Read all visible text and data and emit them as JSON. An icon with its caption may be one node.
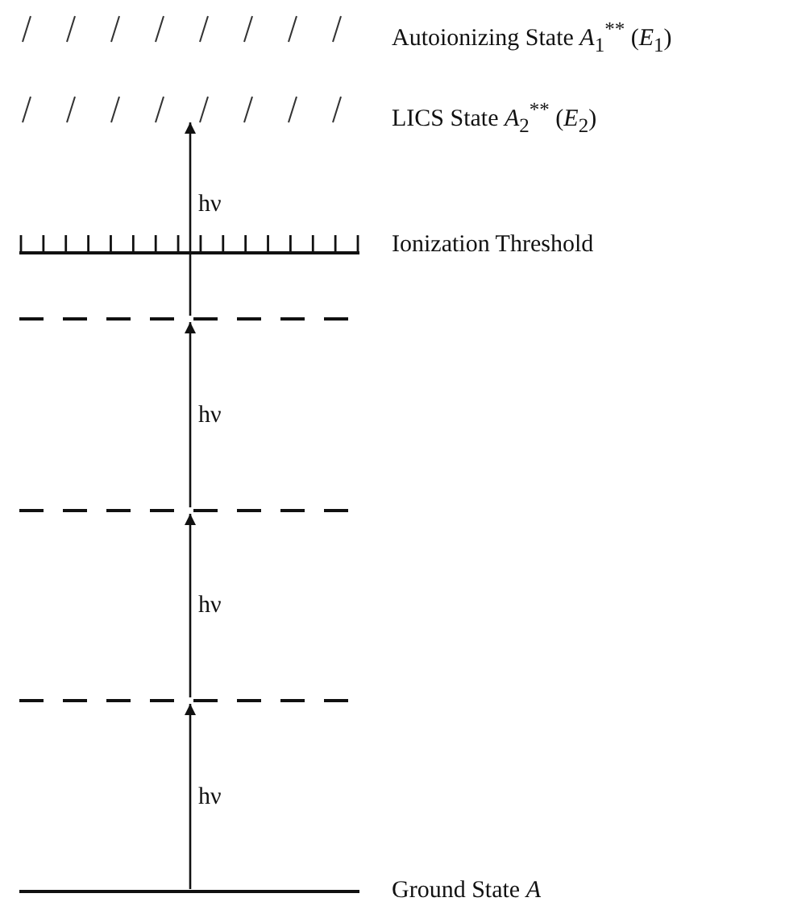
{
  "diagram": {
    "nodes": [
      {
        "text": [],
        "shape": "bar",
        "beside": [
          "Autoionizing State *A*$_{1}$$^{**}$ (*E*$_{1}$)"
        ]
      },
      {
        "text": [],
        "shape": "bar",
        "beside": [
          "LICS State *A*$_{2}$$^{**}$ (*E*$_{2}$)"
        ]
      },
      {
        "text": [],
        "shape": "bar",
        "beside": [
          "Ionization Threshold"
        ]
      },
      {
        "text": [],
        "shape": "bar"
      },
      {
        "text": [],
        "shape": "bar"
      },
      {
        "text": [],
        "shape": "bar"
      },
      {
        "text": [],
        "shape": "bar",
        "beside": [
          "Ground State *A*"
        ]
      }
    ],
    "edges": [
      {
        "from": 6,
        "to": 5,
        "arrow": "to",
        "label": "hν"
      },
      {
        "from": 5,
        "to": 4,
        "arrow": "to",
        "label": "hν"
      },
      {
        "from": 4,
        "to": 3,
        "arrow": "to",
        "label": "hν"
      },
      {
        "from": 3,
        "to": 1,
        "arrow": "to",
        "label": "hν"
      }
    ]
  }
}
